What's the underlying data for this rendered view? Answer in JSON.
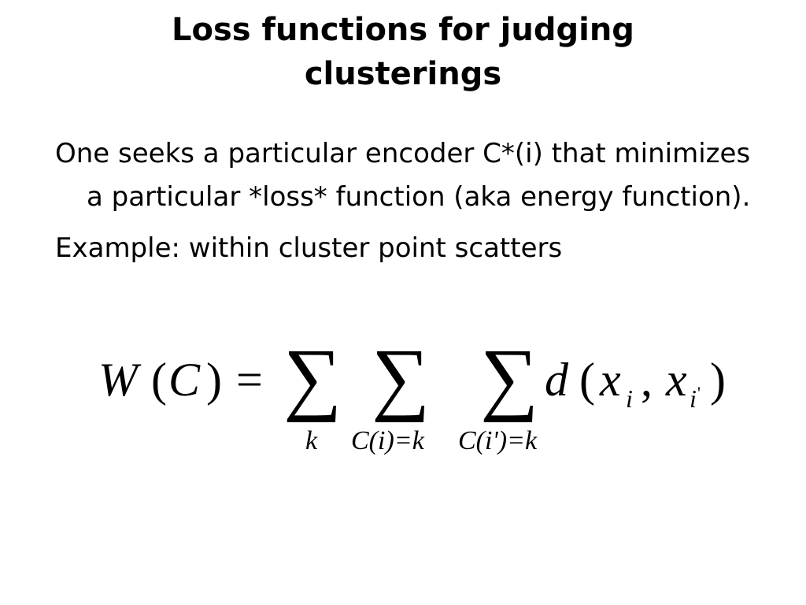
{
  "slide": {
    "title_line1": "Loss functions for judging",
    "title_line2": "clusterings",
    "paragraphs": [
      "One seeks a particular encoder C*(i) that minimizes a particular *loss* function (aka energy function).",
      "Example: within cluster point scatters"
    ],
    "equation": {
      "W": "W",
      "lparen": "(",
      "C": "C",
      "rparen": ")",
      "equals": "=",
      "sum_symbol": "∑",
      "limit1": "k",
      "limit2": "C(i)=k",
      "limit3": "C(i')=k",
      "d": "d",
      "x": "x",
      "sub_i": "i",
      "comma": ",",
      "prime": "'"
    }
  }
}
